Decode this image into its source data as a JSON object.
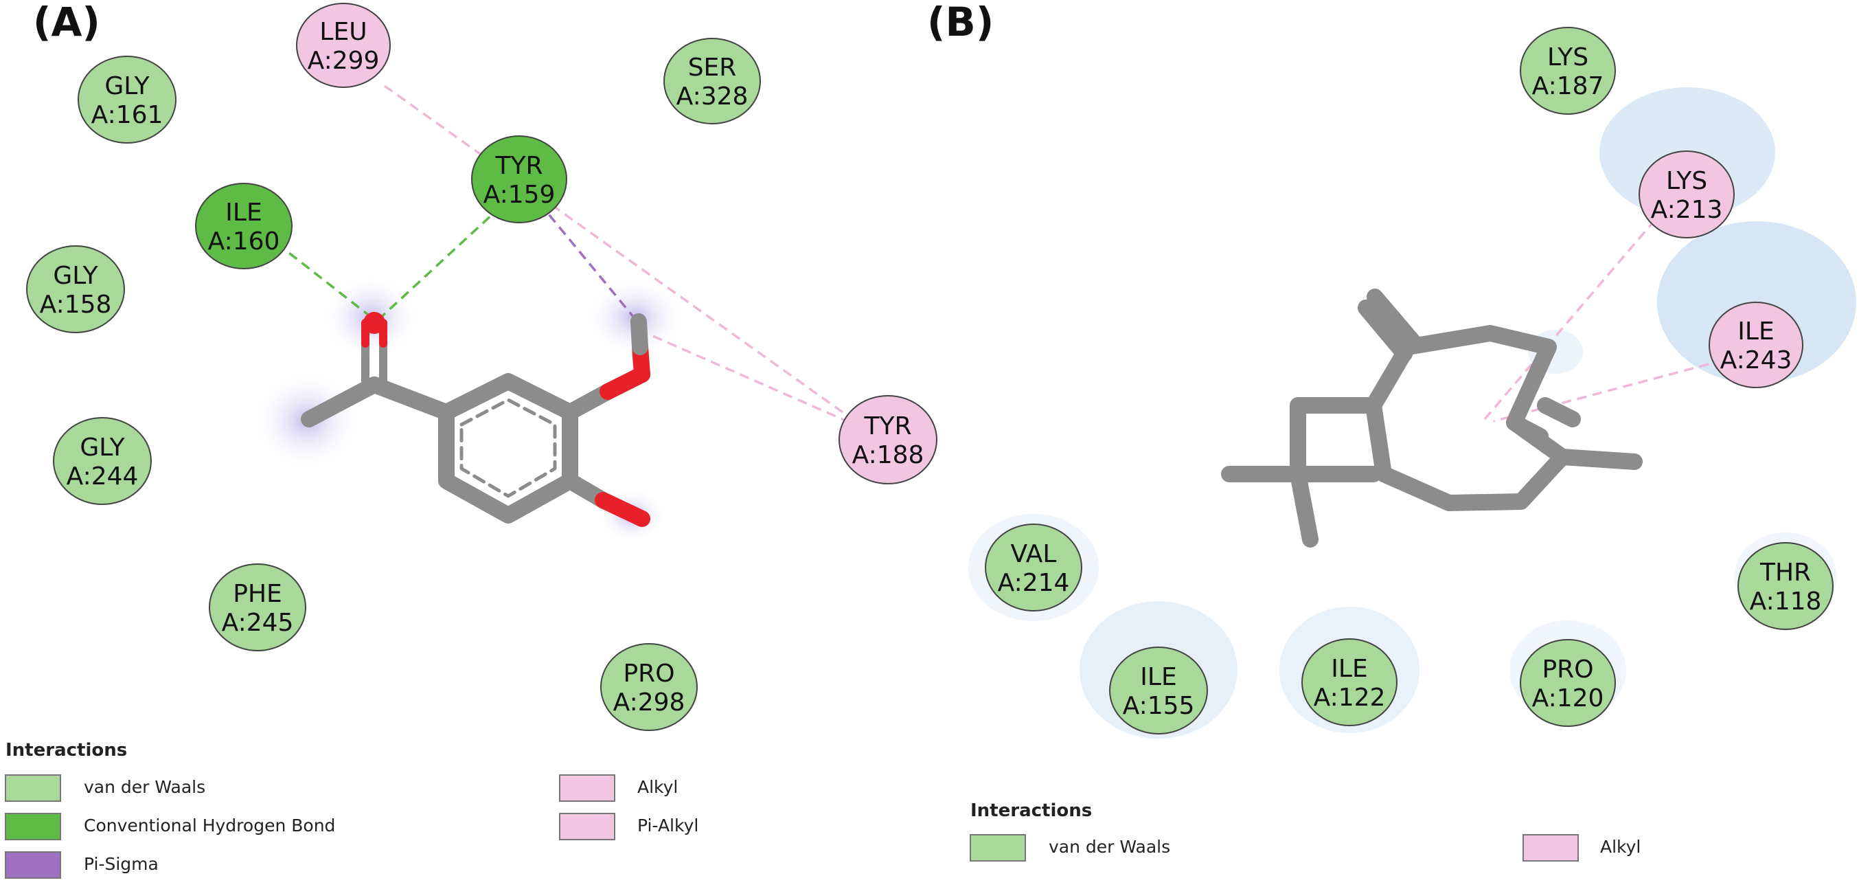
{
  "colors": {
    "van_der_waals": "#a8d89a",
    "hbond": "#5dbb46",
    "pi_sigma": "#a070c0",
    "alkyl": "#f2c6e2",
    "carbon": "#8c8c8c",
    "oxygen": "#e8202a",
    "glow": "#c9ddf2"
  },
  "panel_a": {
    "label": "(A)",
    "residues": [
      {
        "id": "leu299",
        "line1": "LEU",
        "line2": "A:299",
        "kind": "alkyl"
      },
      {
        "id": "gly161",
        "line1": "GLY",
        "line2": "A:161",
        "kind": "van_der_waals"
      },
      {
        "id": "ser328",
        "line1": "SER",
        "line2": "A:328",
        "kind": "van_der_waals"
      },
      {
        "id": "tyr159",
        "line1": "TYR",
        "line2": "A:159",
        "kind": "hbond"
      },
      {
        "id": "ile160",
        "line1": "ILE",
        "line2": "A:160",
        "kind": "hbond"
      },
      {
        "id": "gly158",
        "line1": "GLY",
        "line2": "A:158",
        "kind": "van_der_waals"
      },
      {
        "id": "tyr188",
        "line1": "TYR",
        "line2": "A:188",
        "kind": "alkyl"
      },
      {
        "id": "gly244",
        "line1": "GLY",
        "line2": "A:244",
        "kind": "van_der_waals"
      },
      {
        "id": "phe245",
        "line1": "PHE",
        "line2": "A:245",
        "kind": "van_der_waals"
      },
      {
        "id": "pro298",
        "line1": "PRO",
        "line2": "A:298",
        "kind": "van_der_waals"
      }
    ],
    "legend": {
      "title": "Interactions",
      "items": [
        {
          "id": "vdw",
          "label": "van der Waals",
          "kind": "van_der_waals"
        },
        {
          "id": "hbond",
          "label": "Conventional Hydrogen Bond",
          "kind": "hbond"
        },
        {
          "id": "pisigma",
          "label": "Pi-Sigma",
          "kind": "pi_sigma"
        },
        {
          "id": "alkyl",
          "label": "Alkyl",
          "kind": "alkyl"
        },
        {
          "id": "pialkyl",
          "label": "Pi-Alkyl",
          "kind": "alkyl"
        }
      ]
    }
  },
  "panel_b": {
    "label": "(B)",
    "residues": [
      {
        "id": "lys187",
        "line1": "LYS",
        "line2": "A:187",
        "kind": "van_der_waals"
      },
      {
        "id": "lys213",
        "line1": "LYS",
        "line2": "A:213",
        "kind": "alkyl"
      },
      {
        "id": "ile243",
        "line1": "ILE",
        "line2": "A:243",
        "kind": "alkyl"
      },
      {
        "id": "val214",
        "line1": "VAL",
        "line2": "A:214",
        "kind": "van_der_waals"
      },
      {
        "id": "thr118",
        "line1": "THR",
        "line2": "A:118",
        "kind": "van_der_waals"
      },
      {
        "id": "ile155",
        "line1": "ILE",
        "line2": "A:155",
        "kind": "van_der_waals"
      },
      {
        "id": "ile122",
        "line1": "ILE",
        "line2": "A:122",
        "kind": "van_der_waals"
      },
      {
        "id": "pro120",
        "line1": "PRO",
        "line2": "A:120",
        "kind": "van_der_waals"
      }
    ],
    "legend": {
      "title": "Interactions",
      "items": [
        {
          "id": "vdw",
          "label": "van der Waals",
          "kind": "van_der_waals"
        },
        {
          "id": "alkyl",
          "label": "Alkyl",
          "kind": "alkyl"
        }
      ]
    }
  }
}
